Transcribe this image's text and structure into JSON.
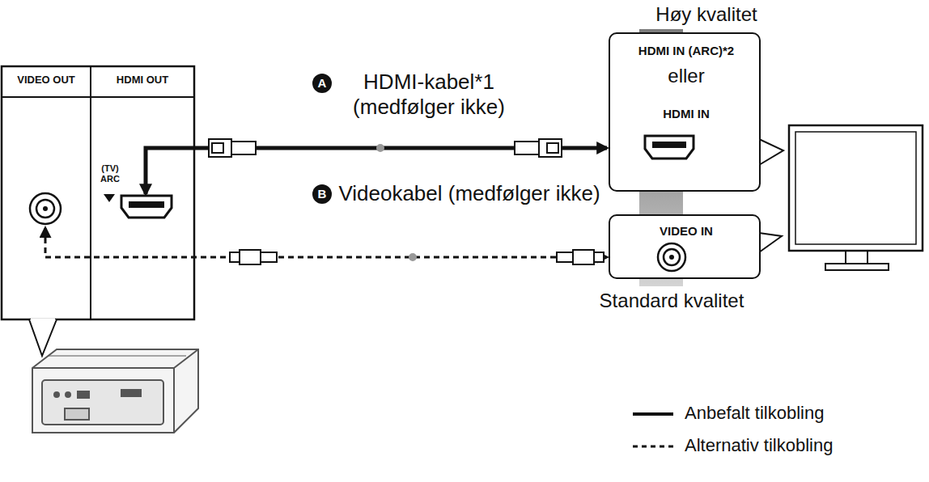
{
  "diagram": {
    "nodes": [
      {
        "text": [
          "VIDEO OUT"
        ]
      },
      {
        "text": [
          "HDMI OUT",
          "(TV) ARC"
        ]
      },
      {
        "text": [
          "HDMI IN (ARC)*2",
          "eller",
          "HDMI IN"
        ]
      },
      {
        "text": [
          "VIDEO IN"
        ]
      }
    ],
    "edges": [
      {
        "from": 1,
        "to": 2,
        "arrow": "both",
        "label": "HDMI-kabel*1 (medfølger ikke)"
      },
      {
        "from": 0,
        "to": 3,
        "arrow": "both",
        "label": "Videokabel (medfølger ikke)"
      }
    ],
    "labels": [
      "A",
      "B",
      "Høy kvalitet",
      "Standard kvalitet"
    ],
    "legend": [
      {
        "text": "Anbefalt tilkobling"
      },
      {
        "text": "Alternativ tilkobling"
      }
    ]
  }
}
